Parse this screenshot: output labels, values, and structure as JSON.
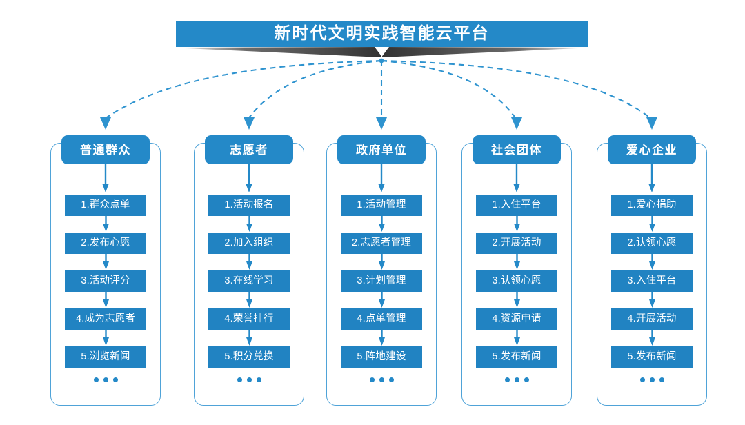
{
  "banner": {
    "title": "新时代文明实践智能云平台",
    "color": "#2489C8",
    "text_color": "#ffffff"
  },
  "theme": {
    "header_blue": "#2489C8",
    "step_blue": "#2183C2",
    "frame_blue": "#4FA3D8",
    "connector_blue": "#2E93CF",
    "ribbon_dark": "#3A3A3A",
    "background": "#ffffff"
  },
  "ellipsis": "• • •",
  "columns": [
    {
      "header": "普通群众",
      "steps": [
        "1.群众点单",
        "2.发布心愿",
        "3.活动评分",
        "4.成为志愿者",
        "5.浏览新闻"
      ]
    },
    {
      "header": "志愿者",
      "steps": [
        "1.活动报名",
        "2.加入组织",
        "3.在线学习",
        "4.荣誉排行",
        "5.积分兑换"
      ]
    },
    {
      "header": "政府单位",
      "steps": [
        "1.活动管理",
        "2.志愿者管理",
        "3.计划管理",
        "4.点单管理",
        "5.阵地建设"
      ]
    },
    {
      "header": "社会团体",
      "steps": [
        "1.入住平台",
        "2.开展活动",
        "3.认领心愿",
        "4.资源申请",
        "5.发布新闻"
      ]
    },
    {
      "header": "爱心企业",
      "steps": [
        "1.爱心捐助",
        "2.认领心愿",
        "3.入住平台",
        "4.开展活动",
        "5.发布新闻"
      ]
    }
  ]
}
